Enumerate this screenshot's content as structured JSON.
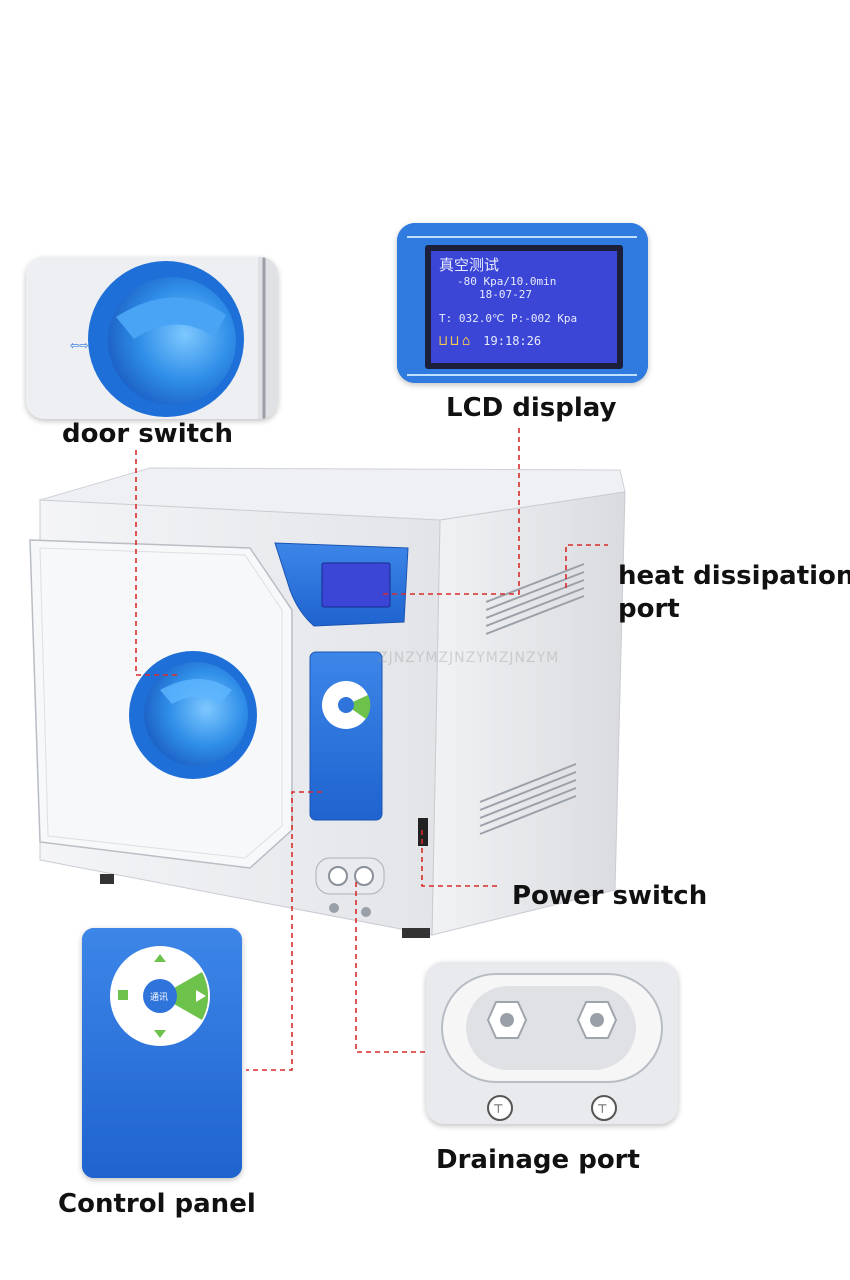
{
  "labels": {
    "door_switch": "door switch",
    "lcd_display": "LCD display",
    "heat_dissipation_port_line1": "heat dissipation",
    "heat_dissipation_port_line2": "port",
    "power_switch": "Power switch",
    "drainage_port": "Drainage port",
    "control_panel": "Control panel"
  },
  "lcd": {
    "title": "真空测试",
    "line1": "-80 Kpa/10.0min",
    "line2": "18-07-27",
    "line3": "T: 032.0℃ P:-002 Kpa",
    "time": "19:18:26"
  },
  "control_panel_center_button": "通讯",
  "watermark": "ZJNZYMZJNZYMZJNZYM",
  "colors": {
    "accent_blue": "#1e6fd8",
    "lcd_background": "#3b45d6",
    "leader_line": "#d92b2b",
    "green_button": "#6cc24a"
  }
}
